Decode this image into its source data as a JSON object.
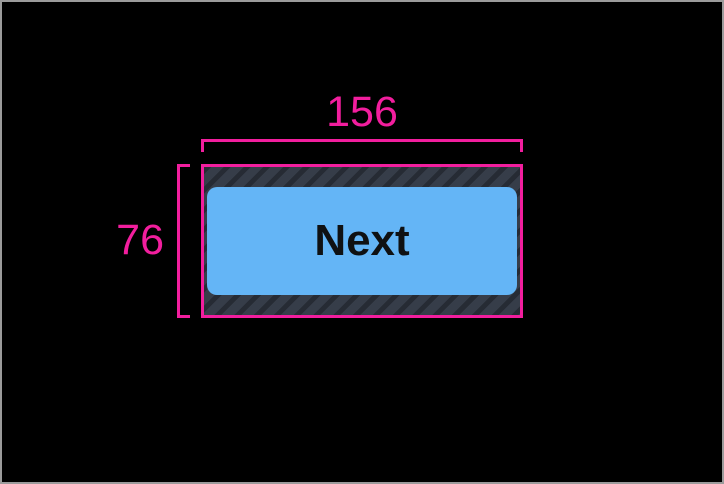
{
  "annotation": {
    "width_label": "156",
    "height_label": "76"
  },
  "button": {
    "label": "Next"
  },
  "colors": {
    "measure_pink": "#F21E9E",
    "button_blue": "#64B5F6",
    "button_text": "#0F1113",
    "hatch_base": "#363D49",
    "hatch_stripe": "#262B34",
    "frame_border": "#9B9B9B",
    "canvas_bg": "#000000"
  }
}
